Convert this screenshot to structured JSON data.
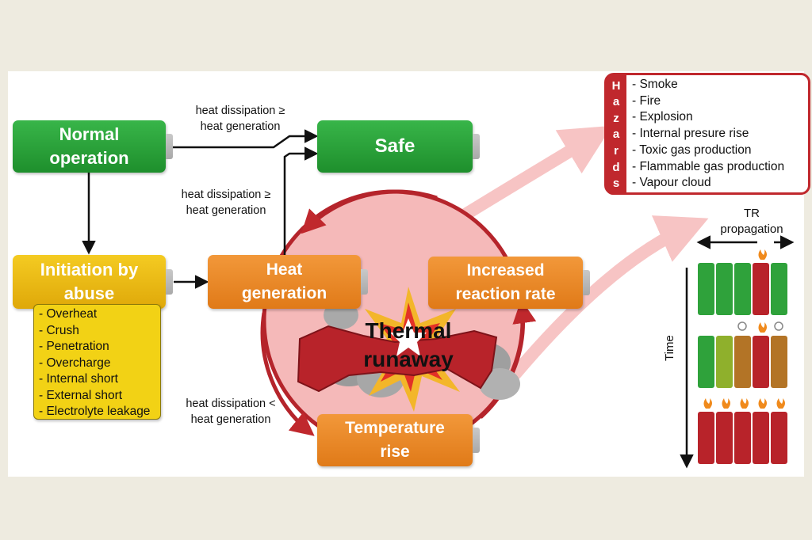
{
  "nodes": {
    "normal_operation": "Normal\noperation",
    "safe": "Safe",
    "initiation_by_abuse": "Initiation by\nabuse",
    "heat_generation": "Heat\ngeneration",
    "increased_reaction_rate": "Increased\nreaction rate",
    "temperature_rise": "Temperature\nrise",
    "thermal_runaway": "Thermal\nrunaway"
  },
  "edge_labels": {
    "top": [
      "heat dissipation ≥",
      "heat generation"
    ],
    "middle": [
      "heat dissipation ≥",
      "heat generation"
    ],
    "bottom": [
      "heat dissipation <",
      "heat generation"
    ]
  },
  "abuse_causes": [
    "- Overheat",
    "- Crush",
    "- Penetration",
    "- Overcharge",
    "- Internal short",
    "- External short",
    "- Electrolyte leakage"
  ],
  "hazards": {
    "title_letters": [
      "H",
      "a",
      "z",
      "a",
      "r",
      "d",
      "s"
    ],
    "items": [
      "- Smoke",
      "- Fire",
      "- Explosion",
      "- Internal presure rise",
      "- Toxic gas production",
      "- Flammable gas production",
      "- Vapour cloud"
    ]
  },
  "propagation": {
    "label_line1": "TR",
    "label_line2": "propagation",
    "time_label": "Time"
  },
  "colors": {
    "green": "#2aa23b",
    "orange": "#ea8a28",
    "yellow": "#eec21a",
    "red": "#c0282d",
    "cycle_fill": "#f5b9b9",
    "flow_arrow": "#f7c4c4"
  }
}
